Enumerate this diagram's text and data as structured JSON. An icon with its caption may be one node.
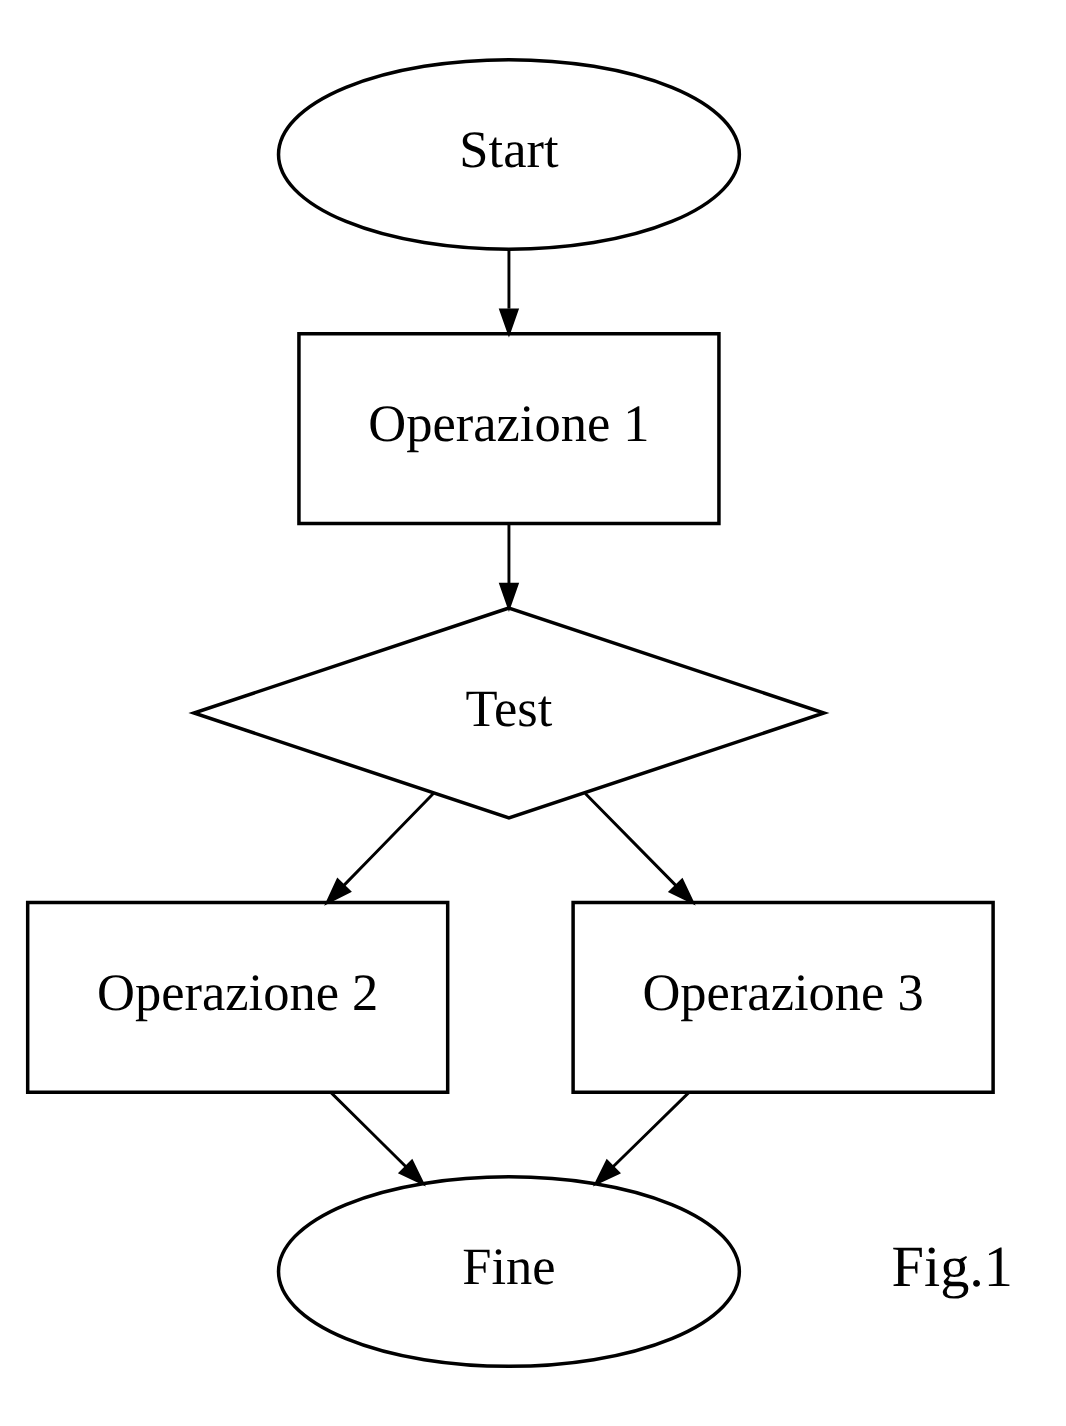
{
  "diagram": {
    "nodes": [
      {
        "text": [
          "Start"
        ]
      },
      {
        "text": [
          "Operazione 1"
        ]
      },
      {
        "text": [
          "Test"
        ]
      },
      {
        "text": [
          "Operazione 2"
        ]
      },
      {
        "text": [
          "Operazione 3"
        ]
      },
      {
        "text": [
          "Fine"
        ]
      }
    ],
    "edges": [
      {
        "from": 0,
        "to": 1,
        "arrow": "to"
      },
      {
        "from": 1,
        "to": 2,
        "arrow": "to"
      },
      {
        "from": 2,
        "to": 3,
        "arrow": "to"
      },
      {
        "from": 2,
        "to": 4,
        "arrow": "to"
      },
      {
        "from": 3,
        "to": 5,
        "arrow": "to"
      },
      {
        "from": 4,
        "to": 5,
        "arrow": "to"
      }
    ],
    "labels": [
      "Fig.1"
    ]
  }
}
